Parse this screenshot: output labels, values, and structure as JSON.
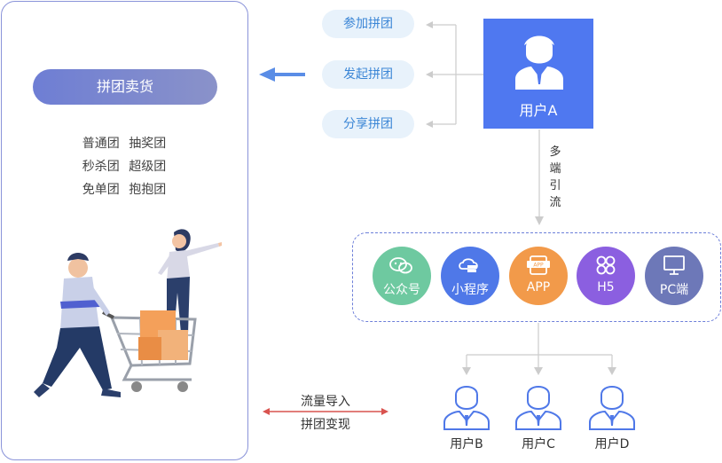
{
  "left_panel": {
    "title": "拼团卖货",
    "group_types": [
      [
        "普通团",
        "抽奖团"
      ],
      [
        "秒杀团",
        "超级团"
      ],
      [
        "免单团",
        "抱抱团"
      ]
    ]
  },
  "actions": [
    "参加拼团",
    "发起拼团",
    "分享拼团"
  ],
  "user_a": {
    "label": "用户A"
  },
  "multi_channel_label": [
    "多",
    "端",
    "引",
    "流"
  ],
  "channels": [
    {
      "label": "公众号",
      "icon": "wechat-icon",
      "color": "#6ec9a0"
    },
    {
      "label": "小程序",
      "icon": "mini-program-icon",
      "color": "#4f78e8"
    },
    {
      "label": "APP",
      "icon": "app-icon",
      "color": "#f29a4a"
    },
    {
      "label": "H5",
      "icon": "h5-icon",
      "color": "#8b5fe0"
    },
    {
      "label": "PC端",
      "icon": "pc-icon",
      "color": "#6d78b8"
    }
  ],
  "users": [
    "用户B",
    "用户C",
    "用户D"
  ],
  "flow_labels": {
    "top": "流量导入",
    "bottom": "拼团变现"
  },
  "colors": {
    "accent": "#4f78f0",
    "connector": "#cccccc",
    "flow_arrow": "#d9534f",
    "left_arrow": "#5a8de6"
  }
}
